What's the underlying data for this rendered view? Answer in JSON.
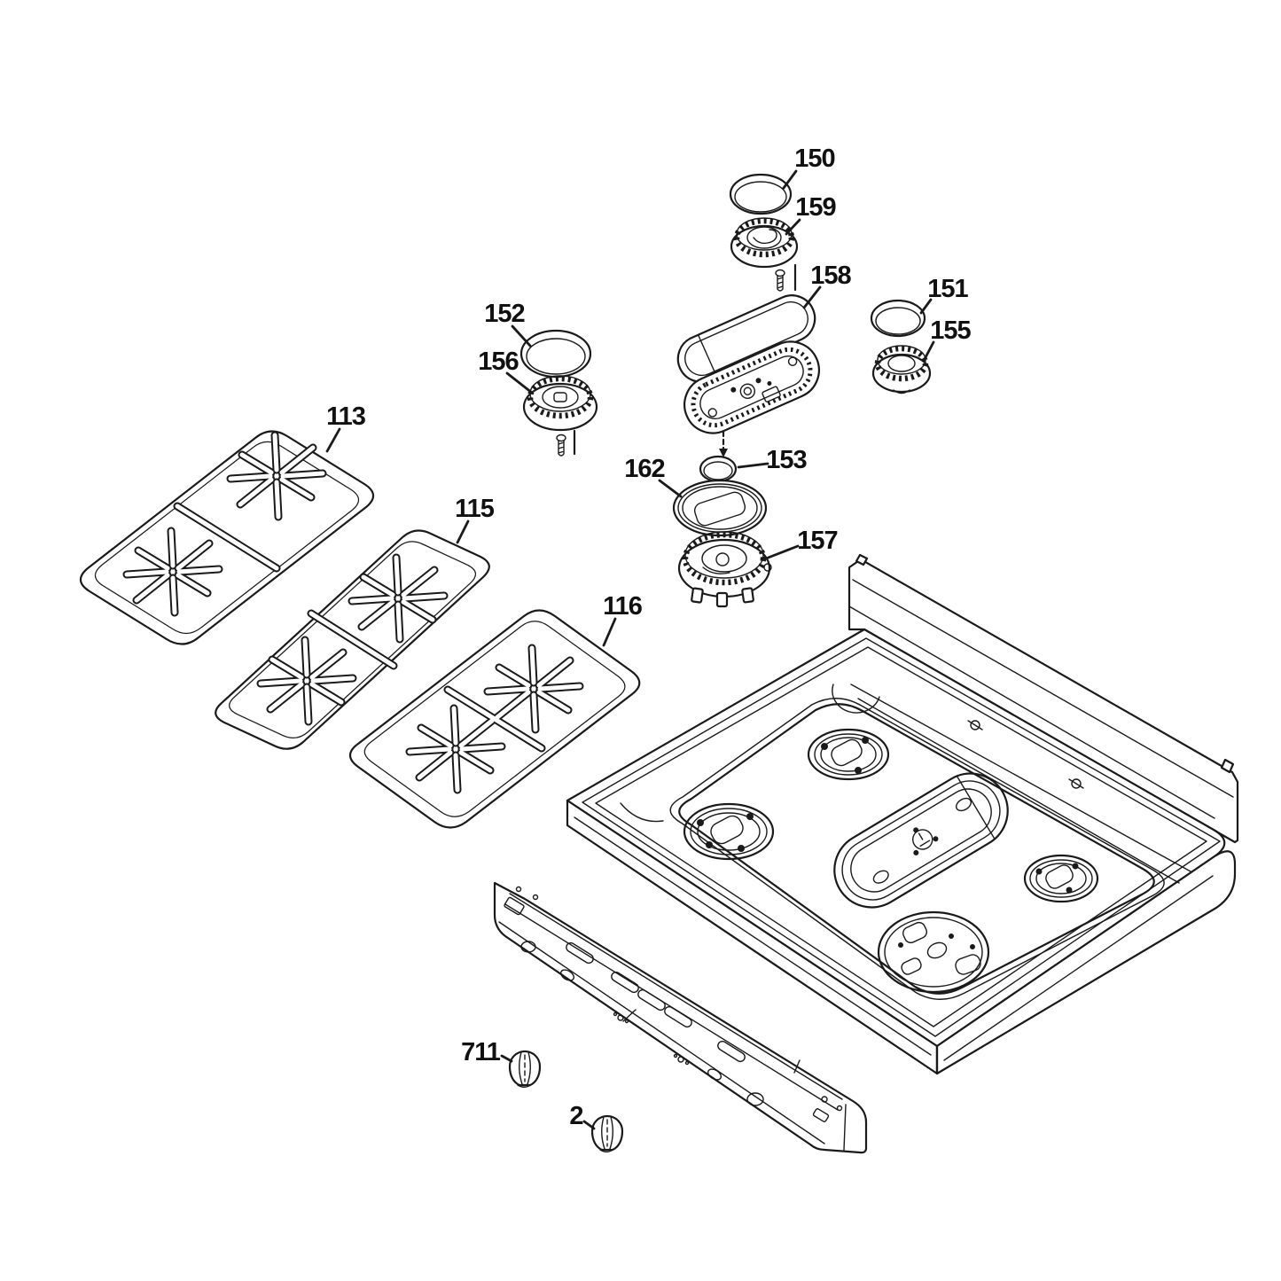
{
  "diagram": {
    "background": "#ffffff",
    "line_color": "#1a1a1a",
    "parts": [
      {
        "label": "150"
      },
      {
        "label": "159"
      },
      {
        "label": "158"
      },
      {
        "label": "151"
      },
      {
        "label": "155"
      },
      {
        "label": "152"
      },
      {
        "label": "156"
      },
      {
        "label": "113"
      },
      {
        "label": "115"
      },
      {
        "label": "116"
      },
      {
        "label": "162"
      },
      {
        "label": "153"
      },
      {
        "label": "157"
      },
      {
        "label": "711"
      },
      {
        "label": "2"
      }
    ]
  }
}
